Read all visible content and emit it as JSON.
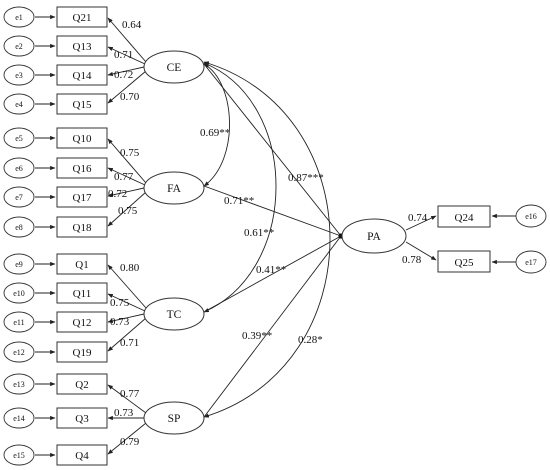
{
  "latents": {
    "CE": "CE",
    "FA": "FA",
    "TC": "TC",
    "SP": "SP",
    "PA": "PA"
  },
  "indicators": {
    "Q21": "Q21",
    "Q13": "Q13",
    "Q14": "Q14",
    "Q15": "Q15",
    "Q10": "Q10",
    "Q16": "Q16",
    "Q17": "Q17",
    "Q18": "Q18",
    "Q1": "Q1",
    "Q11": "Q11",
    "Q12": "Q12",
    "Q19": "Q19",
    "Q2": "Q2",
    "Q3": "Q3",
    "Q4": "Q4",
    "Q24": "Q24",
    "Q25": "Q25"
  },
  "errors": {
    "e1": "e1",
    "e2": "e2",
    "e3": "e3",
    "e4": "e4",
    "e5": "e5",
    "e6": "e6",
    "e7": "e7",
    "e8": "e8",
    "e9": "e9",
    "e10": "e10",
    "e11": "e11",
    "e12": "e12",
    "e13": "e13",
    "e14": "e14",
    "e15": "e15",
    "e16": "e16",
    "e17": "e17"
  },
  "loadings": {
    "Q21": "0.64",
    "Q13": "0.71",
    "Q14": "0.72",
    "Q15": "0.70",
    "Q10": "0.75",
    "Q16": "0.77",
    "Q17": "0.72",
    "Q18": "0.75",
    "Q1": "0.80",
    "Q11": "0.75",
    "Q12": "0.73",
    "Q19": "0.71",
    "Q2": "0.77",
    "Q3": "0.73",
    "Q4": "0.79",
    "Q24": "0.74",
    "Q25": "0.78"
  },
  "paths": {
    "CE_PA": "0.87***",
    "FA_PA": "0.71**",
    "TC_PA": "0.41**",
    "SP_PA": "0.39**"
  },
  "covariances": {
    "CE_FA": "0.69**",
    "CE_TC": "0.61**",
    "CE_SP": "0.28*"
  }
}
